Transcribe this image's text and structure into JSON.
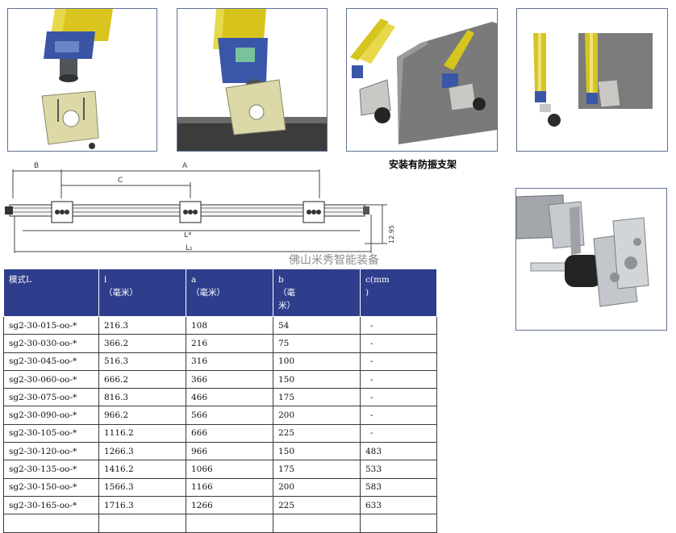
{
  "caption": "安装有防振支架",
  "watermark": "佛山米秀智能装备",
  "drawing": {
    "label_b": "B",
    "label_a": "A",
    "label_c": "C",
    "label_l_star": "L*",
    "label_l1": "L₁",
    "label_h": "12.95"
  },
  "table": {
    "headers": [
      {
        "line1": "模式L",
        "line2": "",
        "line3": ""
      },
      {
        "line1": "l",
        "line2": "（毫米）",
        "line3": ""
      },
      {
        "line1": "a",
        "line2": "（毫米）",
        "line3": ""
      },
      {
        "line1": "b",
        "line2": "（毫",
        "line3": "米）"
      },
      {
        "line1": "c(mm",
        "line2": ")",
        "line3": ""
      }
    ],
    "rows": [
      {
        "model": "sg2-30-015-oo-*",
        "l": "216.3",
        "a": "108",
        "b": "54",
        "c": "-"
      },
      {
        "model": "sg2-30-030-oo-*",
        "l": "366.2",
        "a": "216",
        "b": "75",
        "c": "-"
      },
      {
        "model": "sg2-30-045-oo-*",
        "l": "516.3",
        "a": "316",
        "b": "100",
        "c": "-"
      },
      {
        "model": "sg2-30-060-oo-*",
        "l": "666.2",
        "a": "366",
        "b": "150",
        "c": "-"
      },
      {
        "model": "sg2-30-075-oo-*",
        "l": "816.3",
        "a": "466",
        "b": "175",
        "c": "-"
      },
      {
        "model": "sg2-30-090-oo-*",
        "l": "966.2",
        "a": "566",
        "b": "200",
        "c": "-"
      },
      {
        "model": "sg2-30-105-oo-*",
        "l": "1116.2",
        "a": "666",
        "b": "225",
        "c": "-"
      },
      {
        "model": "sg2-30-120-oo-*",
        "l": "1266.3",
        "a": "966",
        "b": "150",
        "c": "483"
      },
      {
        "model": "sg2-30-135-oo-*",
        "l": "1416.2",
        "a": "1066",
        "b": "175",
        "c": "533"
      },
      {
        "model": "sg2-30-150-oo-*",
        "l": "1566.3",
        "a": "1166",
        "b": "200",
        "c": "583"
      },
      {
        "model": "sg2-30-165-oo-*",
        "l": "1716.3",
        "a": "1266",
        "b": "225",
        "c": "633"
      },
      {
        "model": "",
        "l": "",
        "a": "",
        "b": "",
        "c": ""
      }
    ]
  }
}
